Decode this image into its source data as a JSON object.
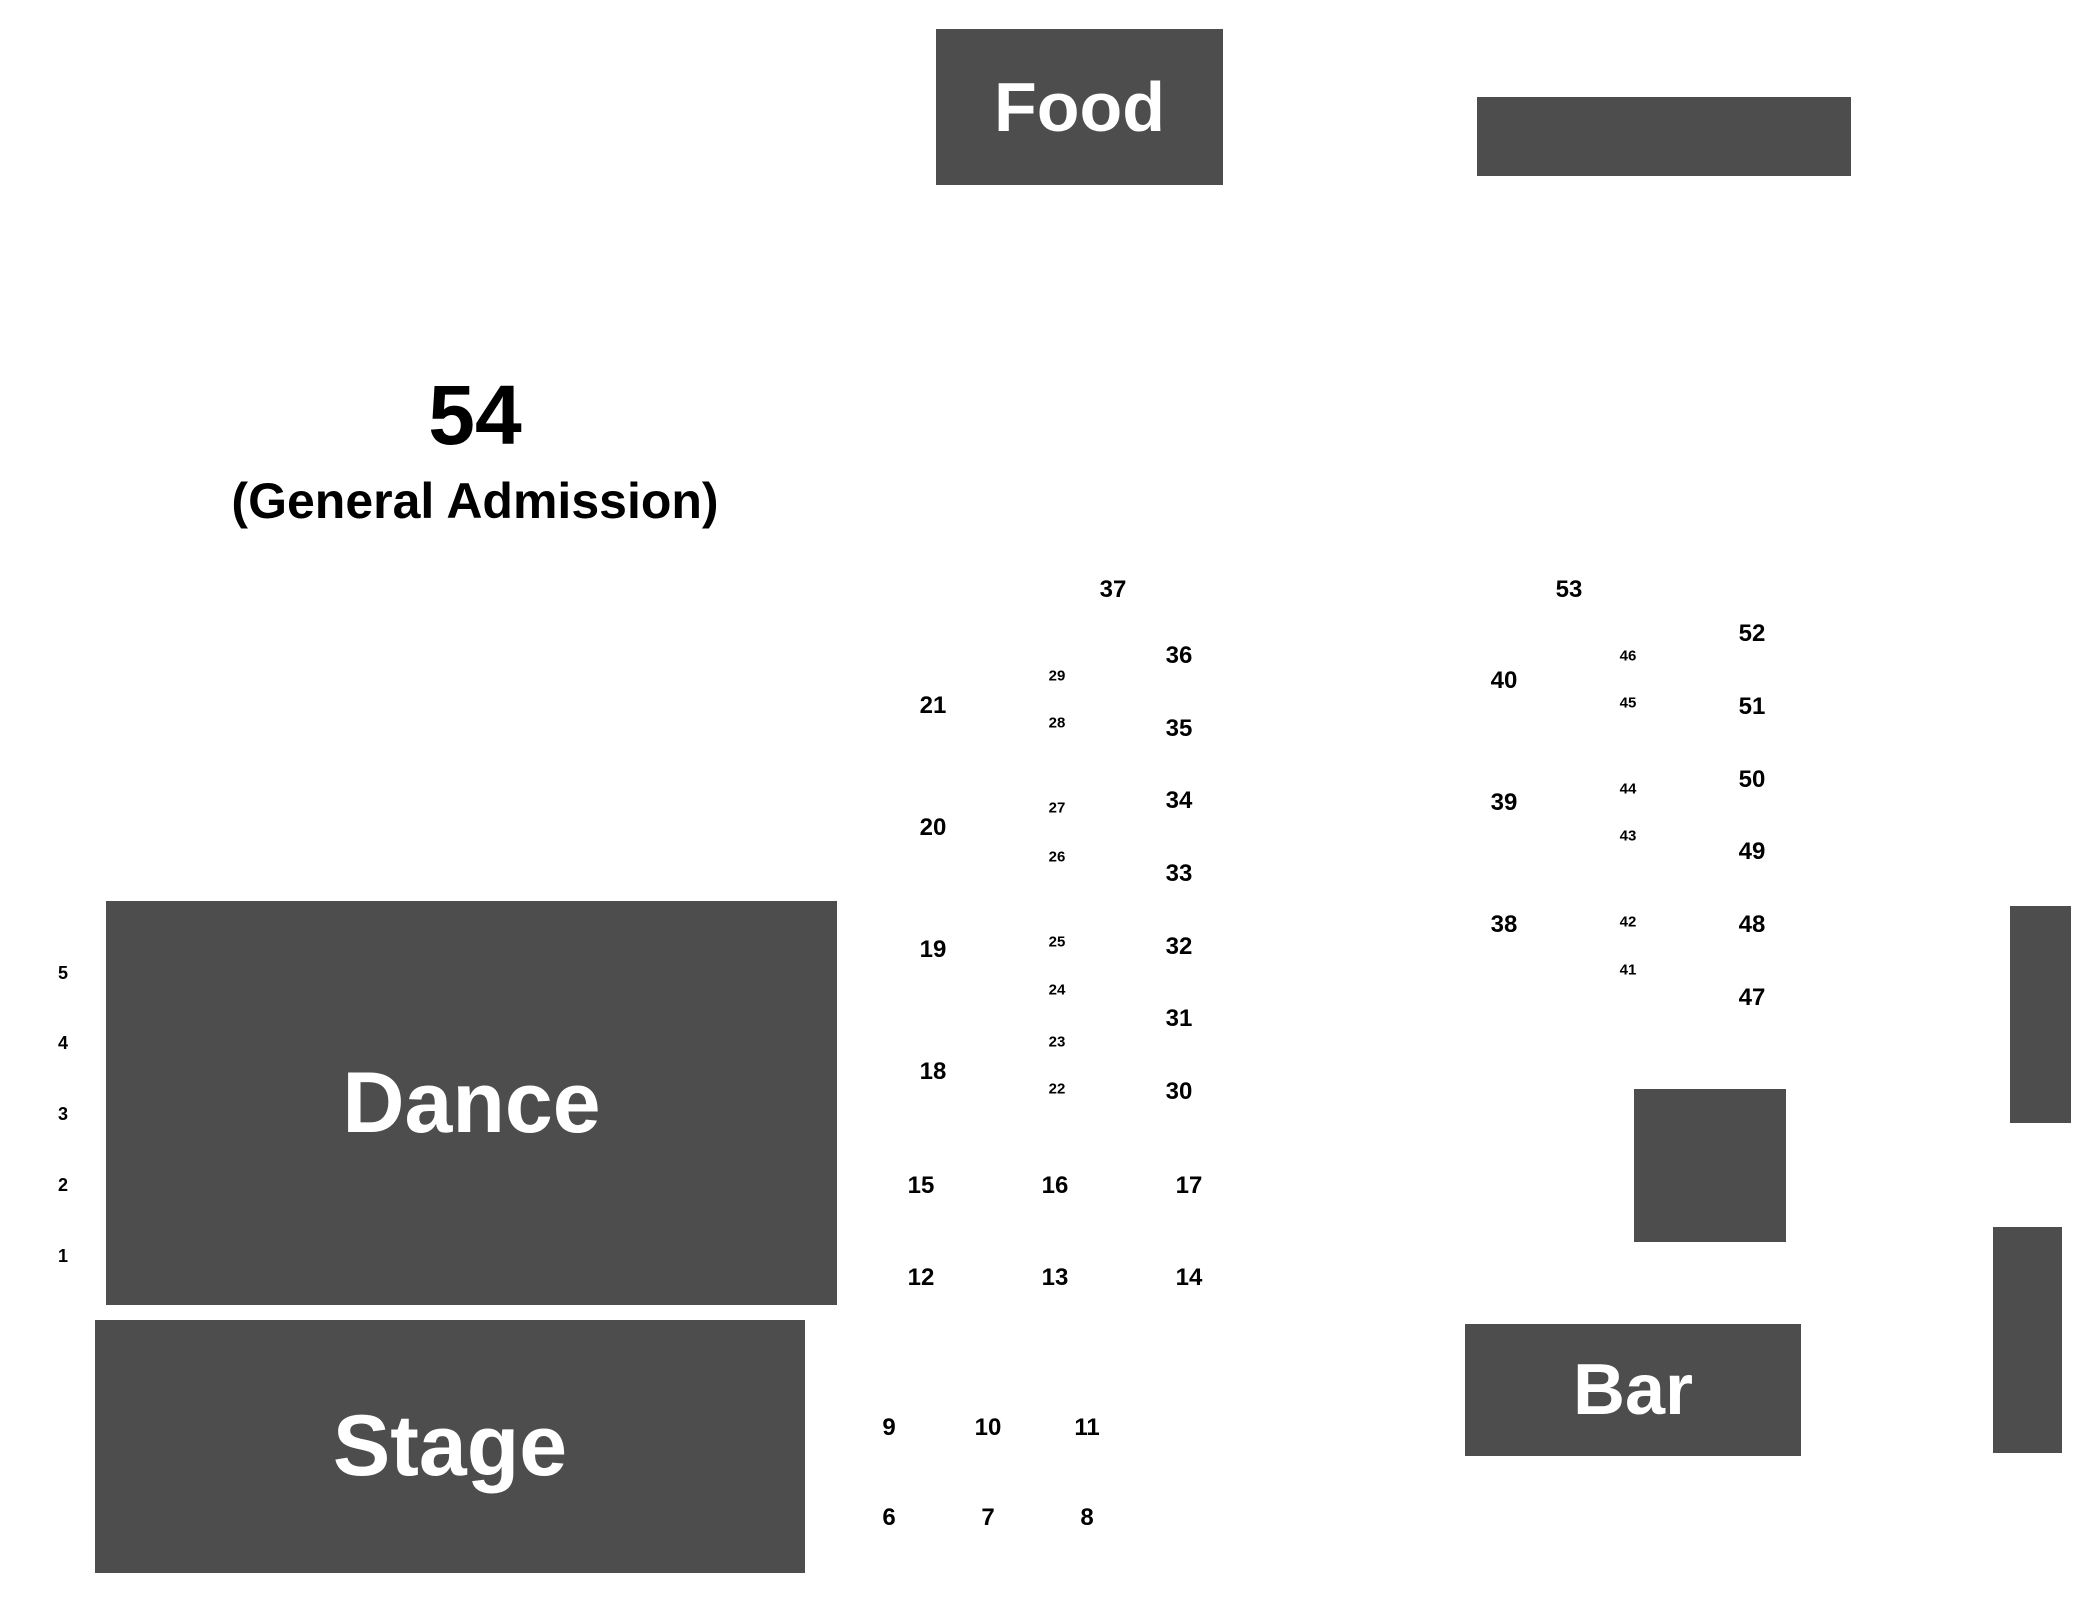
{
  "venue": {
    "general_admission": {
      "number": "54",
      "label": "(General Admission)"
    },
    "blocks": {
      "food": "Food",
      "dance": "Dance",
      "stage": "Stage",
      "bar": "Bar"
    },
    "sections": {
      "s1": "1",
      "s2": "2",
      "s3": "3",
      "s4": "4",
      "s5": "5",
      "s6": "6",
      "s7": "7",
      "s8": "8",
      "s9": "9",
      "s10": "10",
      "s11": "11",
      "s12": "12",
      "s13": "13",
      "s14": "14",
      "s15": "15",
      "s16": "16",
      "s17": "17",
      "s18": "18",
      "s19": "19",
      "s20": "20",
      "s21": "21",
      "s22": "22",
      "s23": "23",
      "s24": "24",
      "s25": "25",
      "s26": "26",
      "s27": "27",
      "s28": "28",
      "s29": "29",
      "s30": "30",
      "s31": "31",
      "s32": "32",
      "s33": "33",
      "s34": "34",
      "s35": "35",
      "s36": "36",
      "s37": "37",
      "s38": "38",
      "s39": "39",
      "s40": "40",
      "s41": "41",
      "s42": "42",
      "s43": "43",
      "s44": "44",
      "s45": "45",
      "s46": "46",
      "s47": "47",
      "s48": "48",
      "s49": "49",
      "s50": "50",
      "s51": "51",
      "s52": "52",
      "s53": "53"
    }
  },
  "colors": {
    "block": "#4d4d4d",
    "block_text": "#ffffff",
    "label": "#000000",
    "background": "#ffffff"
  }
}
